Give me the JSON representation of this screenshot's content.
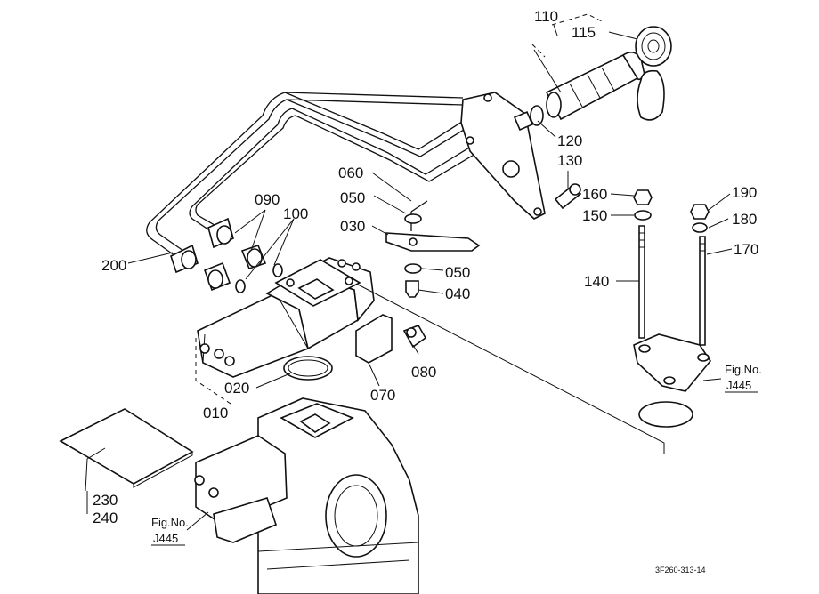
{
  "labels": {
    "p010": "010",
    "p020": "020",
    "p030": "030",
    "p040": "040",
    "p050a": "050",
    "p050b": "050",
    "p060": "060",
    "p070": "070",
    "p080": "080",
    "p090": "090",
    "p100": "100",
    "p110": "110",
    "p115": "115",
    "p120": "120",
    "p130": "130",
    "p140": "140",
    "p150": "150",
    "p160": "160",
    "p170": "170",
    "p180": "180",
    "p190": "190",
    "p200": "200",
    "p230": "230",
    "p240": "240"
  },
  "refs": {
    "fig_no_a": "Fig.No.",
    "j445_a": "J445",
    "fig_no_b": "Fig.No.",
    "j445_b": "J445"
  },
  "drawing_code": "3F260-313-14"
}
